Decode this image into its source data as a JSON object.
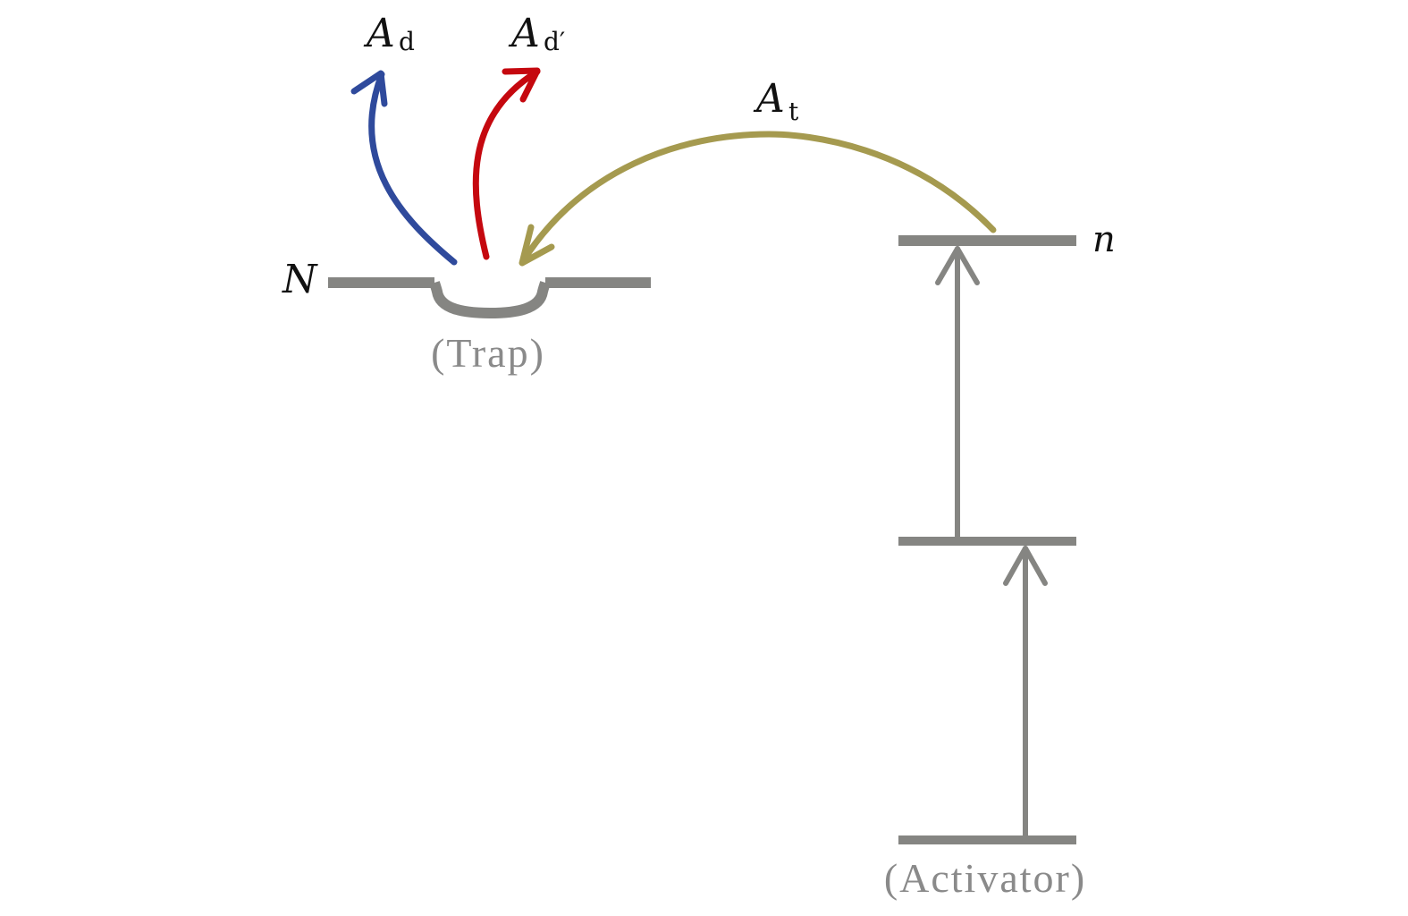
{
  "labels": {
    "trap_level": "N",
    "activator_level": "n",
    "trap_caption": "(Trap)",
    "activator_caption": "(Activator)"
  },
  "rates": {
    "Ad": {
      "main": "A",
      "sub": "d"
    },
    "Adprime": {
      "main": "A",
      "sub": "d′"
    },
    "At": {
      "main": "A",
      "sub": "t"
    }
  },
  "colors": {
    "level": "#858582",
    "Ad": "#2f4a9c",
    "Adprime": "#c5080f",
    "At": "#a59a4f"
  }
}
